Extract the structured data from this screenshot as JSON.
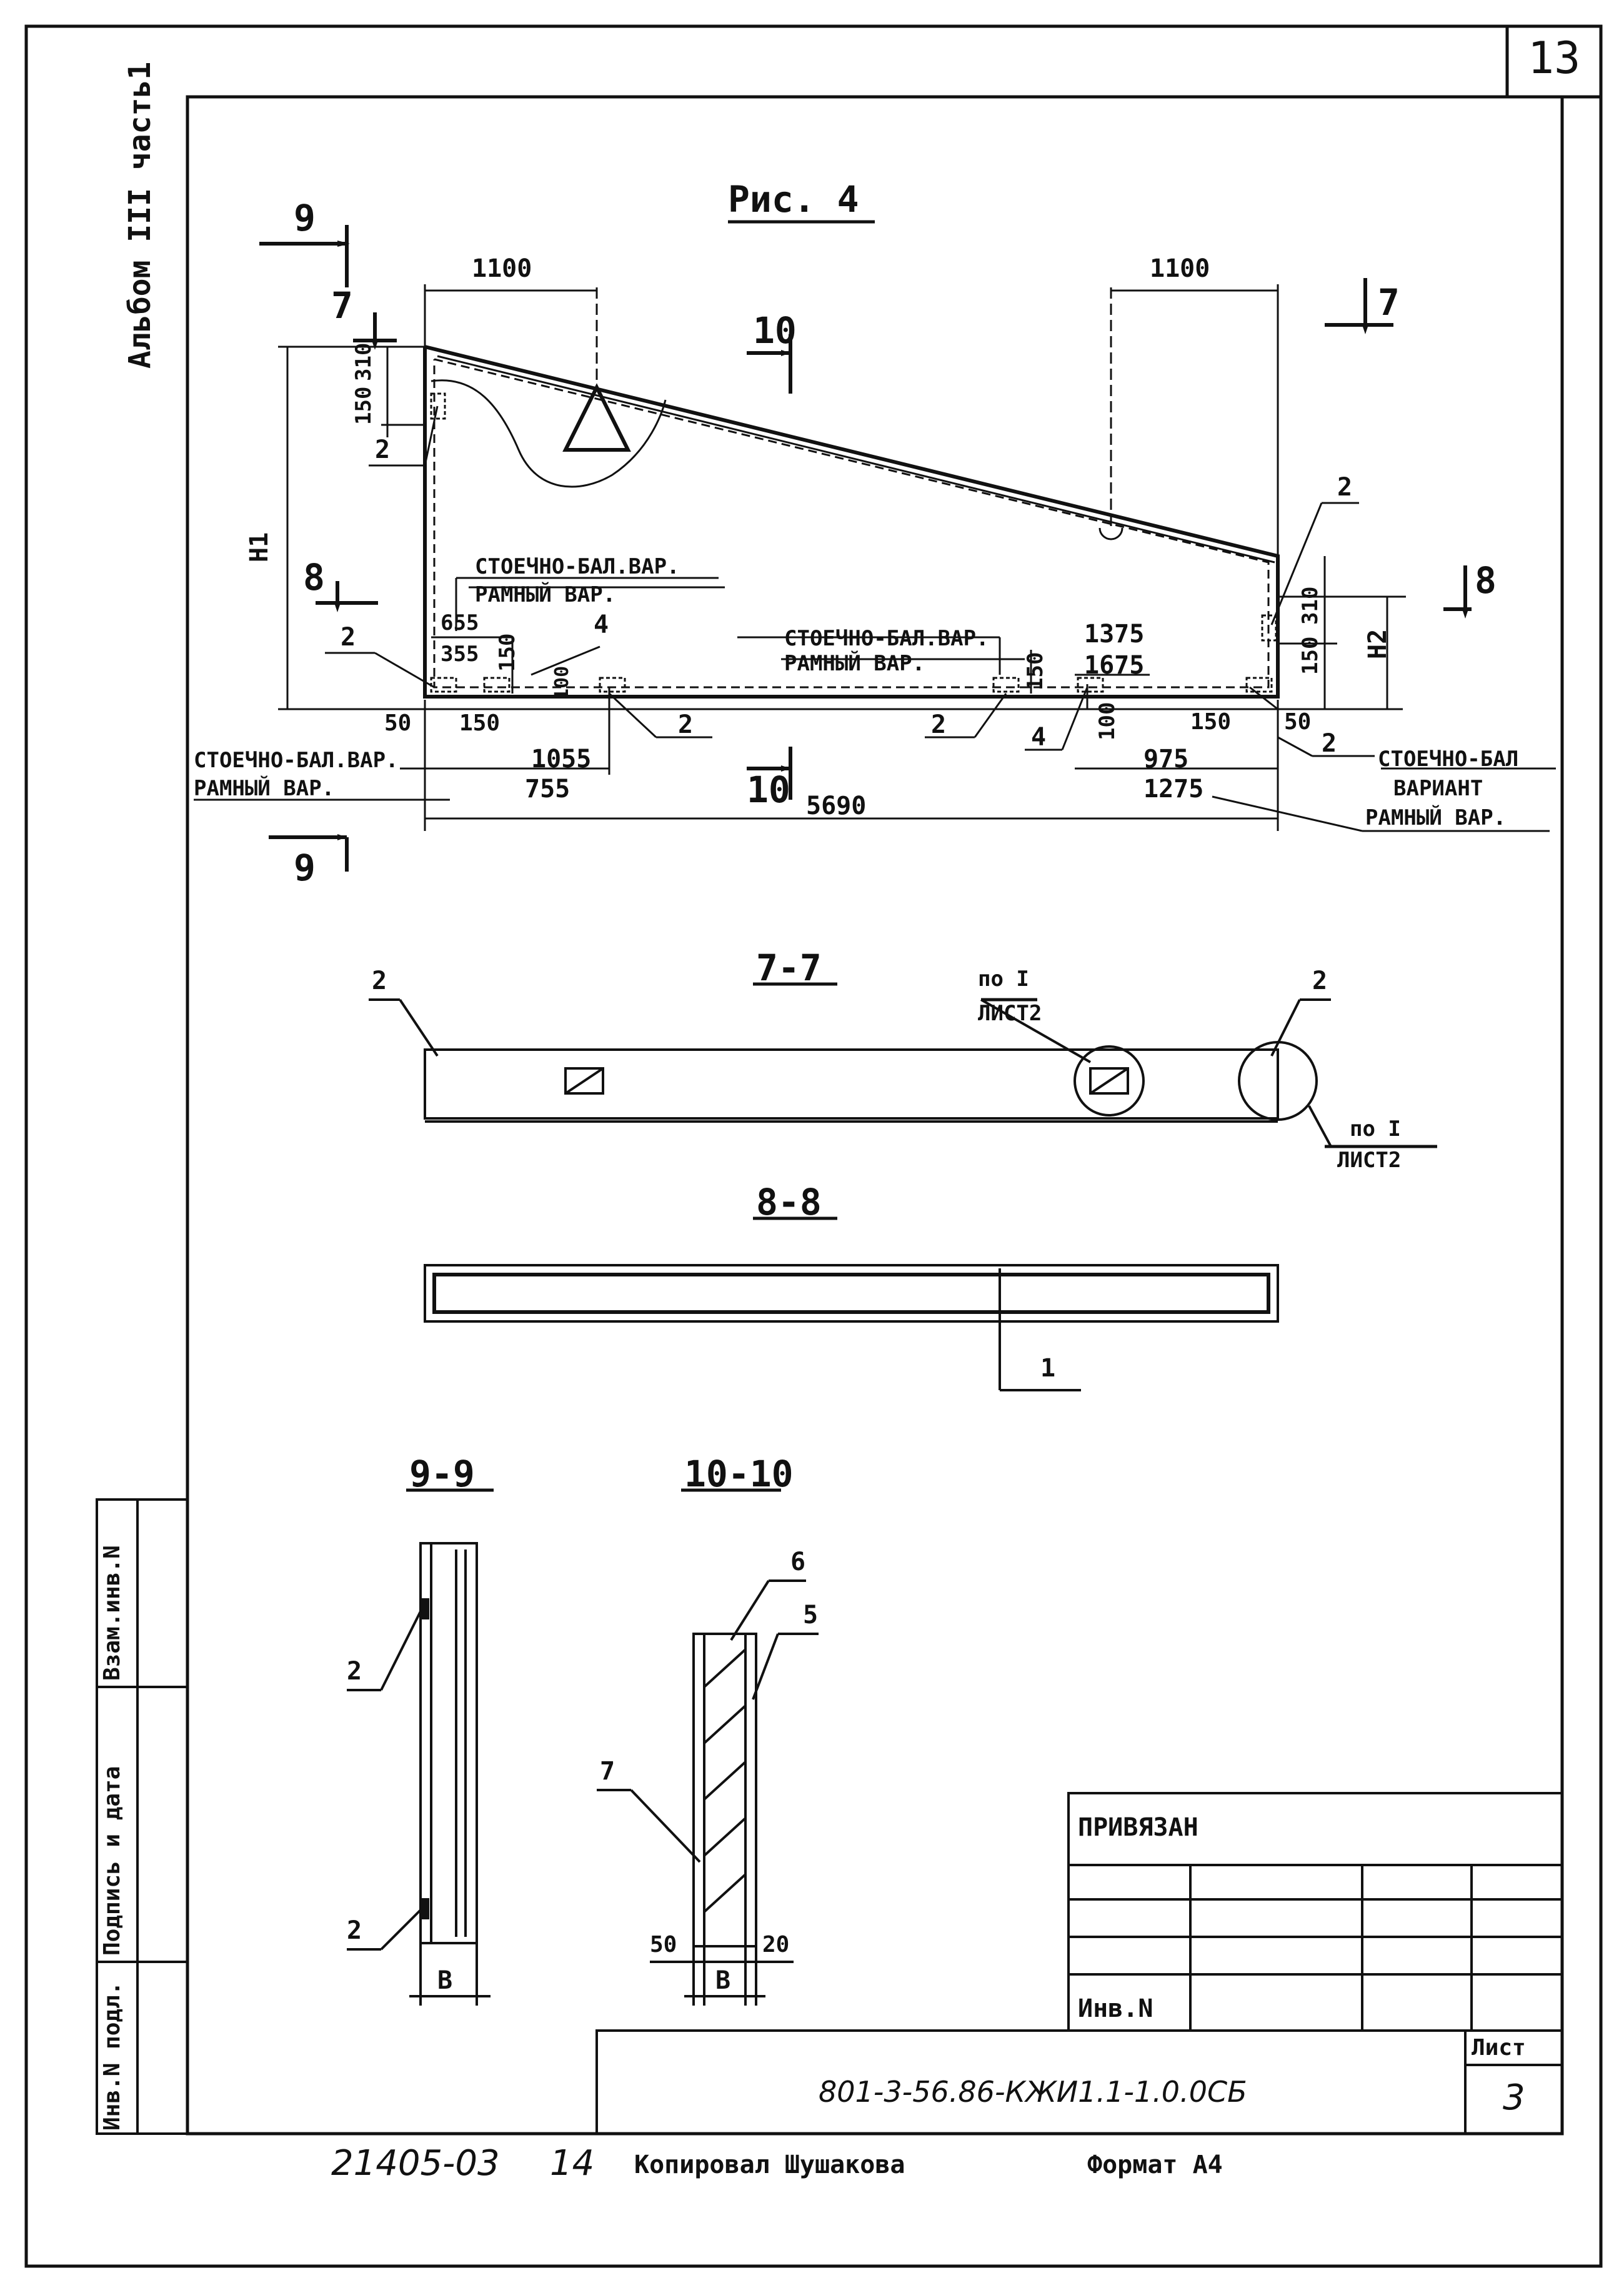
{
  "sheet": {
    "page_number": "13",
    "album": "Альбом III часть1",
    "figure_title": "Рис. 4"
  },
  "elevation": {
    "dims": {
      "left_top": "1100",
      "right_top": "1100",
      "h_150": "150",
      "h_310": "310",
      "h1": "H1",
      "h2": "H2",
      "r_310": "310",
      "r_150": "150",
      "d_655": "655",
      "d_355": "355",
      "d_150a": "150",
      "d_100a": "100",
      "d_50a": "50",
      "d_150b": "150",
      "d_1375": "1375",
      "d_1675": "1675",
      "d_150c": "150",
      "d_100b": "100",
      "d_150d": "150",
      "d_50b": "50",
      "d_1055": "1055",
      "d_755": "755",
      "d_975": "975",
      "d_1275": "1275",
      "d_5690": "5690"
    },
    "notes": {
      "post_beam_1": "СТОЕЧНО-БАЛ.ВАР.",
      "frame_1": "РАМНЫЙ ВАР.",
      "post_beam_2": "СТОЕЧНО-БАЛ.ВАР.",
      "frame_2": "РАМНЫЙ ВАР.",
      "post_beam_3": "СТОЕЧНО-БАЛ.ВАР.",
      "frame_3": "РАМНЫЙ ВАР.",
      "post_beam_4": "СТОЕЧНО-БАЛ",
      "variant_4": "ВАРИАНТ",
      "frame_4": "РАМНЫЙ ВАР."
    },
    "markers": {
      "m2a": "2",
      "m2b": "2",
      "m2c": "2",
      "m2d": "2",
      "m2e": "2",
      "m2f": "2",
      "m4a": "4",
      "m4b": "4",
      "cut9_top": "9",
      "cut9_bot": "9",
      "cut7_left": "7",
      "cut7_right": "7",
      "cut8_left": "8",
      "cut8_right": "8",
      "cut10_top": "10",
      "cut10_bot": "10"
    }
  },
  "section_7_7": {
    "title": "7-7",
    "mark_left": "2",
    "mark_right": "2",
    "ref1_top": "по I",
    "ref1_bot": "ЛИСТ2",
    "ref2_top": "по I",
    "ref2_bot": "ЛИСТ2"
  },
  "section_8_8": {
    "title": "8-8",
    "mark": "1"
  },
  "section_9_9": {
    "title": "9-9",
    "mark_top": "2",
    "mark_bot": "2",
    "width": "В"
  },
  "section_10_10": {
    "title": "10-10",
    "mark6": "6",
    "mark5": "5",
    "mark7": "7",
    "d50": "50",
    "d20": "20",
    "width": "В"
  },
  "side_stamp": {
    "cell1": "Инв.N подл.",
    "cell2": "Подпись и дата",
    "cell3": "Взам.инв.N"
  },
  "title_block": {
    "bound": "ПРИВЯЗАН",
    "inv": "Инв.N",
    "code": "801-3-56.86-КЖИ1.1-1.0.0СБ",
    "sheet_label": "Лист",
    "sheet_number": "3"
  },
  "footer": {
    "number": "21405-03",
    "number2": "14",
    "copied": "Копировал Шушакова",
    "format": "Формат А4"
  }
}
